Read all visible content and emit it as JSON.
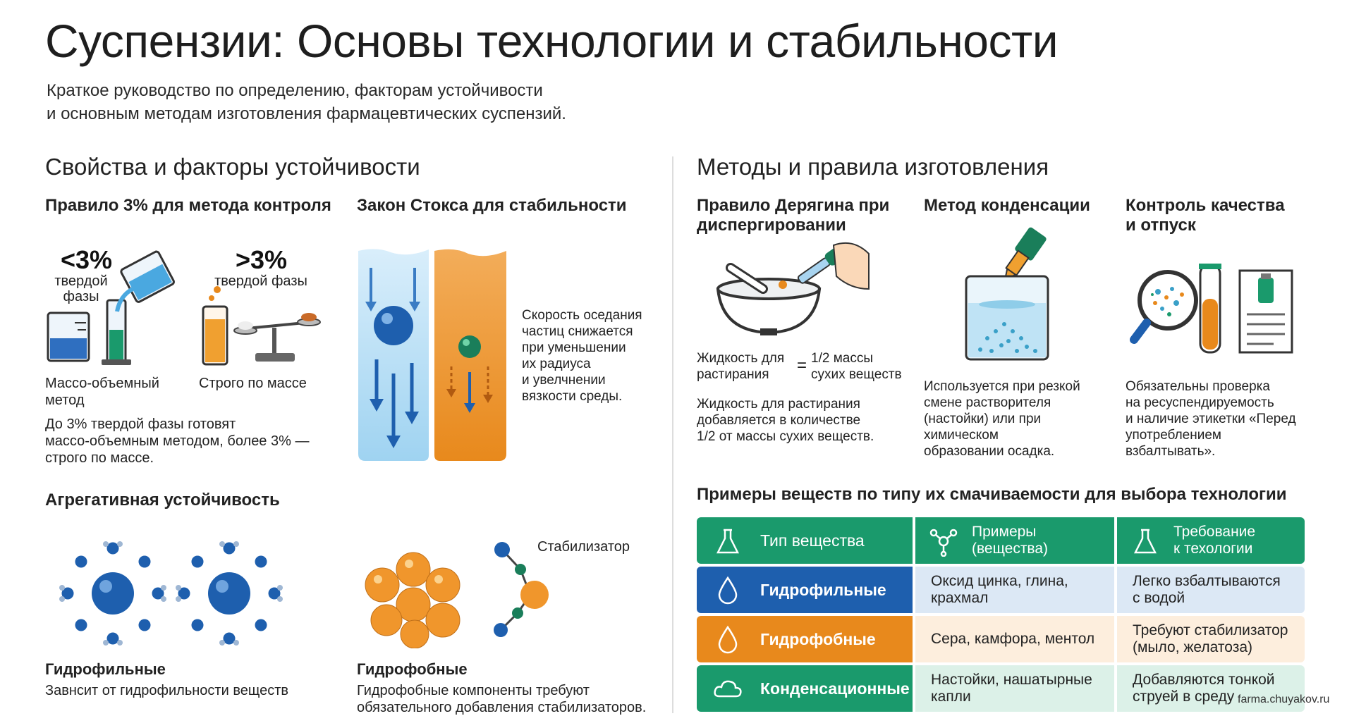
{
  "title": "Суспензии: Основы технологии и стабильности",
  "subtitle": {
    "line1": "Краткое руководство по определению, факторам устойчивости",
    "line2": "и основным методам изготовления фармацевтических суспензий."
  },
  "left": {
    "heading": "Свойства и факторы устойчивости",
    "rule3": {
      "title": "Правило 3% для метода контроля",
      "less": "<3%",
      "less_phase": "твердой фазы",
      "more": ">3%",
      "more_phase": "твердой фазы",
      "label_left_1": "Массо-объемный",
      "label_left_2": "метод",
      "label_right": "Строго по массе",
      "desc_1": "До 3% твердой фазы готовят",
      "desc_2": "массо-объемным методом, более 3% —",
      "desc_3": "строго по массе."
    },
    "stokes": {
      "title": "Закон Стокса для стабильности",
      "text_1": "Скорость оседания",
      "text_2": "частиц снижается",
      "text_3": "при уменьшении",
      "text_4": "их радиуса",
      "text_5": "и увелчнении",
      "text_6": "вязкости среды."
    },
    "aggregate": {
      "title": "Агрегативная устойчивость",
      "stabilizer_label": "Стабилизатор",
      "hydrophilic_title": "Гидрофильные",
      "hydrophilic_text": "Завнсит от гидрофильности веществ",
      "hydrophobic_title": "Гидрофобные",
      "hydrophobic_text_1": "Гидрофобные компоненты требуют",
      "hydrophobic_text_2": "обязательного добавления стабилизаторов."
    }
  },
  "right": {
    "heading": "Методы и правила изготовления",
    "deryagin": {
      "title_1": "Правило Дерягина при",
      "title_2": "диспергировании",
      "formula_left_1": "Жидкость для",
      "formula_left_2": "растирания",
      "formula_eq": "=",
      "formula_right_1": "1/2 массы",
      "formula_right_2": "сухих веществ",
      "desc_1": "Жидкость для растирания",
      "desc_2": "добавляется в количестве",
      "desc_3": "1/2 от массы сухих веществ."
    },
    "condensation": {
      "title": "Метод конденсации",
      "desc_1": "Используется при резкой",
      "desc_2": "смене растворителя",
      "desc_3": "(настойки) или при",
      "desc_4": "химическом",
      "desc_5": "образовании осадка."
    },
    "quality": {
      "title_1": "Контроль качества",
      "title_2": "и отпуск",
      "desc_1": "Обязательны проверка",
      "desc_2": "на ресуспендируемость",
      "desc_3": "и наличие этикетки «Перед",
      "desc_4": "употреблением",
      "desc_5": "взбалтывать»."
    },
    "table": {
      "title": "Примеры веществ по типу их смачиваемости для выбора технологии",
      "headers": [
        "Тип вещества",
        "Примеры\n(вещества)",
        "Требование\nк техологии"
      ],
      "header_icons": [
        "flask-icon",
        "molecule-icon",
        "flask-icon"
      ],
      "rows": [
        {
          "type": "Гидрофильные",
          "examples": "Оксид цинка, глина,\nкрахмал",
          "req": "Легко взбалтываются\nс водой",
          "icon": "drop-icon",
          "color": "#1e5fae",
          "bg2": "#dce8f5",
          "bg3": "#dce8f5"
        },
        {
          "type": "Гидрофобные",
          "examples": "Сера, камфора, ментол",
          "req": "Требуют стабилизатор\n(мыло, желатоза)",
          "icon": "drop-icon",
          "color": "#e8891c",
          "bg2": "#fdeedd",
          "bg3": "#fdeedd"
        },
        {
          "type": "Конденсационные",
          "examples": "Настойки, нашатырные\nкапли",
          "req": "Добавляются тонкой\nструей в среду",
          "icon": "cloud-icon",
          "color": "#1a9a6c",
          "bg2": "#dcf1e8",
          "bg3": "#dcf1e8"
        }
      ],
      "header_color": "#1a9a6c"
    }
  },
  "watermark": "farma.chuyakov.ru",
  "colors": {
    "blue": "#1e5fae",
    "orange": "#e8891c",
    "green": "#1a9a6c"
  }
}
